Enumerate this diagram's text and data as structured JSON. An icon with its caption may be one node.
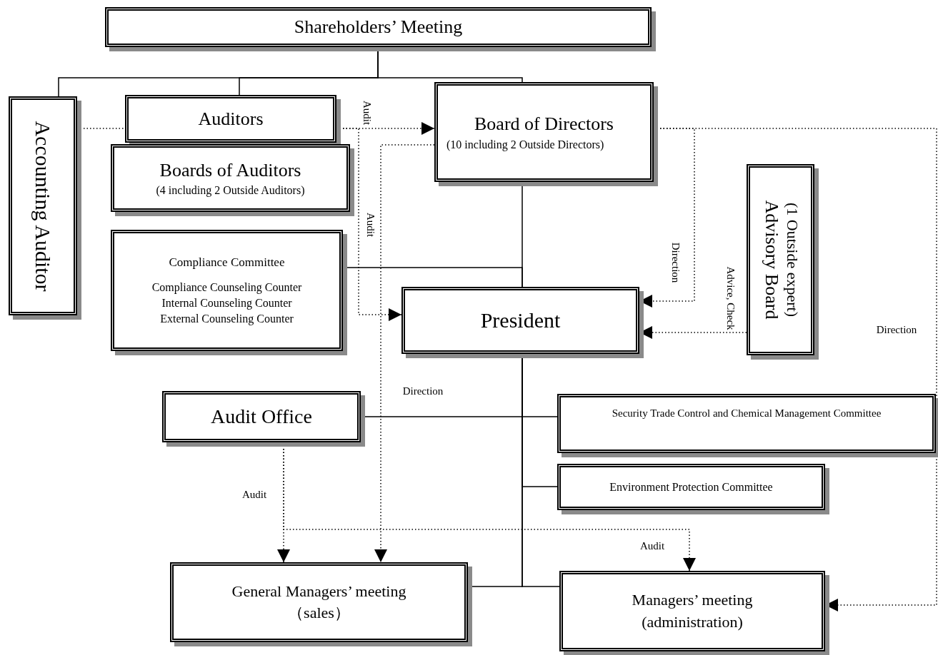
{
  "diagram": {
    "nodes": [
      {
        "text": [
          "Shareholders’ Meeting"
        ]
      },
      {
        "text": [
          "Accounting Auditor"
        ]
      },
      {
        "text": [
          "Auditors"
        ]
      },
      {
        "text": [
          "Boards of Auditors",
          "(4 including 2 Outside Auditors)"
        ]
      },
      {
        "text": [
          "Board of Directors",
          "(10 including 2 Outside Directors)"
        ]
      },
      {
        "text": [
          "Compliance Committee",
          "Compliance Counseling Counter",
          "Internal Counseling Counter",
          "External Counseling Counter"
        ]
      },
      {
        "text": [
          "President"
        ]
      },
      {
        "text": [
          "(1 Outside expert)",
          "Advisory Board"
        ]
      },
      {
        "text": [
          "Audit Office"
        ]
      },
      {
        "text": [
          "Security Trade Control and Chemical Management Committee"
        ]
      },
      {
        "text": [
          "Environment Protection Committee"
        ]
      },
      {
        "text": [
          "General Managers’ meeting",
          "（sales）"
        ]
      },
      {
        "text": [
          "Managers’ meeting",
          "(administration)"
        ]
      }
    ],
    "edges": [
      {
        "from": 0,
        "to": 1,
        "arrow": "none"
      },
      {
        "from": 0,
        "to": 2,
        "arrow": "none"
      },
      {
        "from": 0,
        "to": 4,
        "arrow": "none"
      },
      {
        "from": 1,
        "to": 2,
        "arrow": "none",
        "style": "dashed"
      },
      {
        "from": 2,
        "to": 4,
        "arrow": "to",
        "style": "dashed",
        "label": "Audit"
      },
      {
        "from": 2,
        "to": 6,
        "arrow": "to",
        "style": "dashed",
        "label": "Audit"
      },
      {
        "from": 4,
        "to": 11,
        "arrow": "to",
        "style": "dashed",
        "label": "Direction"
      },
      {
        "from": 4,
        "to": 6,
        "arrow": "none"
      },
      {
        "from": 5,
        "to": 6,
        "arrow": "none"
      },
      {
        "from": 4,
        "to": 6,
        "arrow": "to",
        "style": "dashed",
        "label": "Direction"
      },
      {
        "from": 7,
        "to": 6,
        "arrow": "to",
        "style": "dashed",
        "label": "Advice, Check"
      },
      {
        "from": 4,
        "to": 12,
        "arrow": "to",
        "style": "dashed",
        "label": "Direction"
      },
      {
        "from": 6,
        "to": 8,
        "arrow": "none"
      },
      {
        "from": 6,
        "to": 9,
        "arrow": "none"
      },
      {
        "from": 6,
        "to": 10,
        "arrow": "none"
      },
      {
        "from": 6,
        "to": 11,
        "arrow": "none"
      },
      {
        "from": 6,
        "to": 12,
        "arrow": "none"
      },
      {
        "from": 8,
        "to": 11,
        "arrow": "to",
        "style": "dashed",
        "label": "Audit"
      },
      {
        "from": 8,
        "to": 12,
        "arrow": "to",
        "style": "dashed",
        "label": "Audit"
      }
    ]
  }
}
